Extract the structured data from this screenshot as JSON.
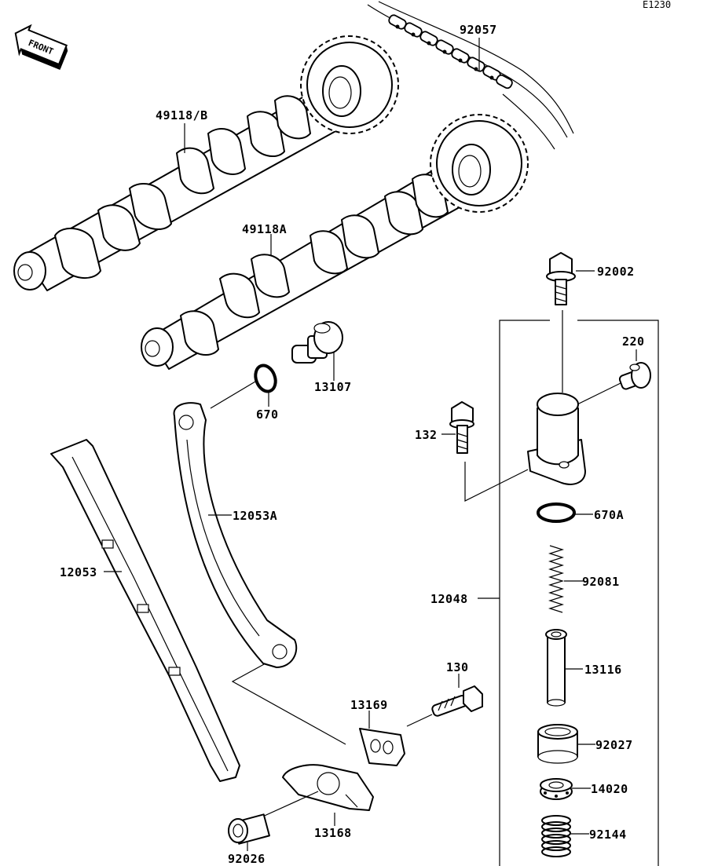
{
  "header": {
    "diagram_code": "E1230"
  },
  "orientation": {
    "front_label": "FRONT"
  },
  "parts": [
    {
      "id": "cam-chain",
      "number": "92057"
    },
    {
      "id": "camshaft-b",
      "number": "49118/B"
    },
    {
      "id": "camshaft-a",
      "number": "49118A"
    },
    {
      "id": "bolt-tensioner",
      "number": "92002"
    },
    {
      "id": "plug",
      "number": "220"
    },
    {
      "id": "guide-pin",
      "number": "13107"
    },
    {
      "id": "o-ring",
      "number": "670"
    },
    {
      "id": "bolt-132",
      "number": "132"
    },
    {
      "id": "o-ring-a",
      "number": "670A"
    },
    {
      "id": "guide-a",
      "number": "12053A"
    },
    {
      "id": "spring",
      "number": "92081"
    },
    {
      "id": "guide",
      "number": "12053"
    },
    {
      "id": "tensioner-assy",
      "number": "12048"
    },
    {
      "id": "rod",
      "number": "13116"
    },
    {
      "id": "bolt-130",
      "number": "130"
    },
    {
      "id": "plate",
      "number": "13169"
    },
    {
      "id": "collar",
      "number": "92027"
    },
    {
      "id": "nut",
      "number": "14020"
    },
    {
      "id": "spring-2",
      "number": "92144"
    },
    {
      "id": "holder",
      "number": "13168"
    },
    {
      "id": "bushing",
      "number": "92026"
    }
  ]
}
